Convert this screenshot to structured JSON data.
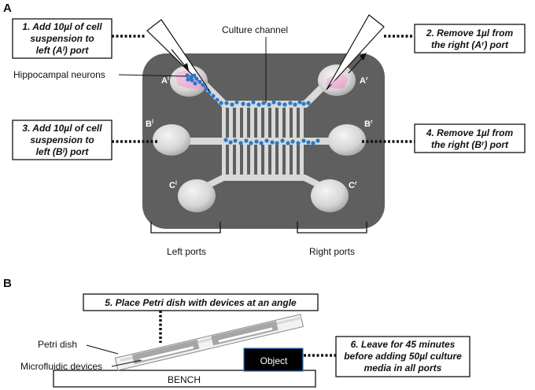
{
  "panel_a": {
    "letter": "A",
    "culture_channel_label": "Culture channel",
    "hippocampal_label": "Hippocampal neurons",
    "left_ports_label": "Left ports",
    "right_ports_label": "Right ports",
    "ports": {
      "a_left": "A",
      "a_left_sup": "l",
      "a_right": "A",
      "a_right_sup": "r",
      "b_left": "B",
      "b_left_sup": "l",
      "b_right": "B",
      "b_right_sup": "r",
      "c_left": "C",
      "c_left_sup": "l",
      "c_right": "C",
      "c_right_sup": "r"
    },
    "steps": {
      "step1": [
        "1. Add 10µl of cell",
        "suspension to",
        "left (Aˡ) port"
      ],
      "step2": [
        "2. Remove 1µl from",
        "the right (Aʳ) port"
      ],
      "step3": [
        "3. Add 10µl of cell",
        "suspension to",
        "left (Bˡ) port"
      ],
      "step4": [
        "4. Remove 1µl from",
        "the right (Bʳ) port"
      ]
    }
  },
  "panel_b": {
    "letter": "B",
    "step5": "5. Place Petri dish with devices at an angle",
    "petri_label": "Petri dish",
    "microfluidic_label": "Microfluidic devices",
    "object_label": "Object",
    "bench_label": "BENCH",
    "step6": [
      "6. Leave for 45 minutes",
      "before adding 50µl culture",
      "media in all ports"
    ]
  },
  "colors": {
    "device_body": "#5f5f5f",
    "channel": "#d9d9d9",
    "cells": "#2a78c8",
    "pipette_tip": "#f3b8d8",
    "object": "#000000"
  }
}
